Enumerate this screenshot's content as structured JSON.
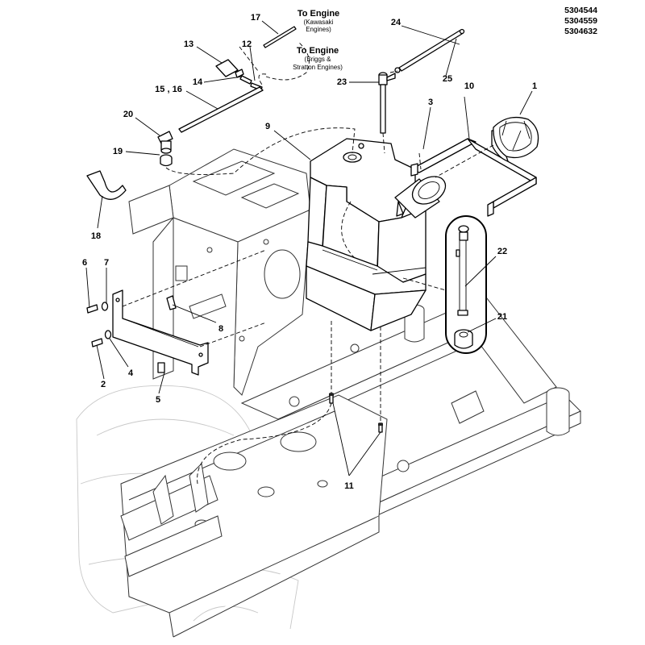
{
  "model_numbers": [
    "5304544",
    "5304559",
    "5304632"
  ],
  "notes": {
    "kawasaki": {
      "title": "To Engine",
      "sub": [
        "(Kawasaki",
        "Engines)"
      ]
    },
    "briggs": {
      "title": "To Engine",
      "sub": [
        "(Briggs &",
        "Stratton Engines)"
      ]
    }
  },
  "callouts": {
    "c1": "1",
    "c2": "2",
    "c3": "3",
    "c4": "4",
    "c5": "5",
    "c6": "6",
    "c7": "7",
    "c8": "8",
    "c9": "9",
    "c10": "10",
    "c11": "11",
    "c12": "12",
    "c13": "13",
    "c14": "14",
    "c15_16": "15 , 16",
    "c17": "17",
    "c18": "18",
    "c19": "19",
    "c20": "20",
    "c21": "21",
    "c22": "22",
    "c23": "23",
    "c24": "24",
    "c25": "25"
  }
}
